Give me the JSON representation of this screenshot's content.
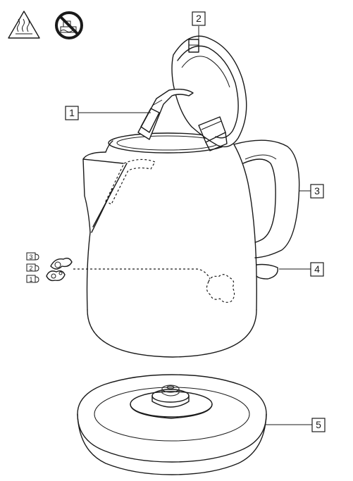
{
  "labels": {
    "lid": "2",
    "filter": "1",
    "handle": "3",
    "switch": "4",
    "base": "5"
  },
  "cup_levels": [
    "3",
    "2",
    "1"
  ],
  "icons": {
    "hot_surface": "hot-surface-warning-icon",
    "no_immersion": "do-not-immerse-icon"
  }
}
